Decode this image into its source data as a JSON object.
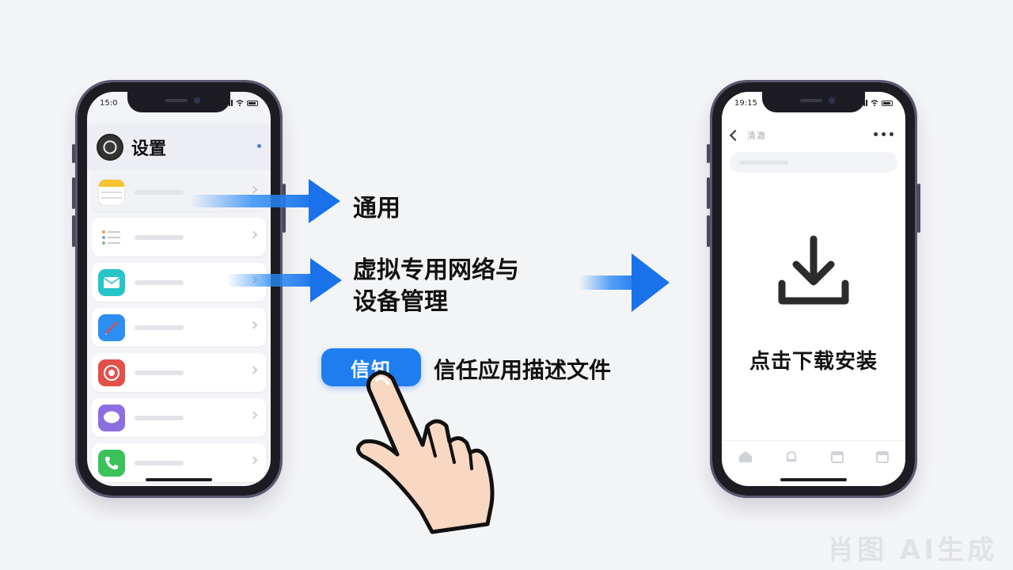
{
  "left_phone": {
    "status_time": "15:0",
    "settings_title": "设置"
  },
  "right_phone": {
    "status_time": "19:15",
    "nav_title": "清澈",
    "more": "•••",
    "download_caption": "点击下载安装"
  },
  "steps": {
    "step1": "通用",
    "step2_line1": "虚拟专用网络与",
    "step2_line2": "设备管理",
    "badge": "信知",
    "step3": "信任应用描述文件"
  },
  "colors": {
    "accent": "#1e7ef0"
  },
  "watermark": "肖图 AI生成"
}
